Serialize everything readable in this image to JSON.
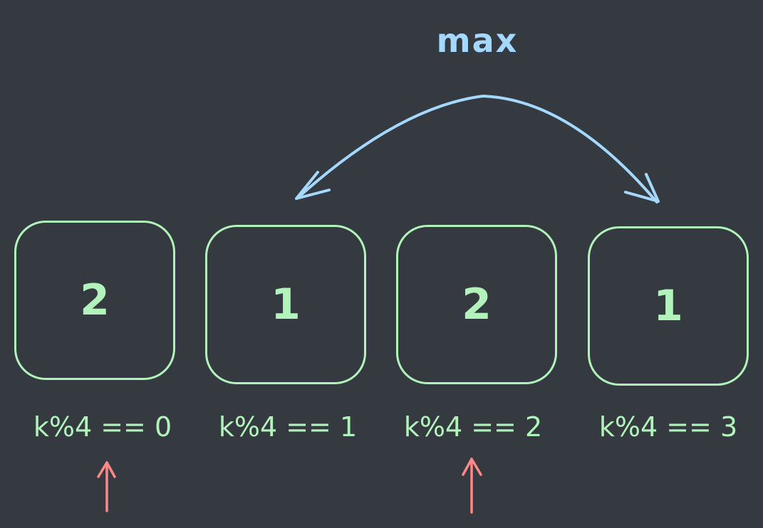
{
  "max_label": "max",
  "cells": [
    {
      "value": "2",
      "condition": "k%4 == 0"
    },
    {
      "value": "1",
      "condition": "k%4 == 1"
    },
    {
      "value": "2",
      "condition": "k%4 == 2"
    },
    {
      "value": "1",
      "condition": "k%4 == 3"
    }
  ],
  "colors": {
    "background": "#343a40",
    "box": "#b2f2bb",
    "max_arrow": "#a5d8ff",
    "pointer_arrow": "#ff8787"
  }
}
